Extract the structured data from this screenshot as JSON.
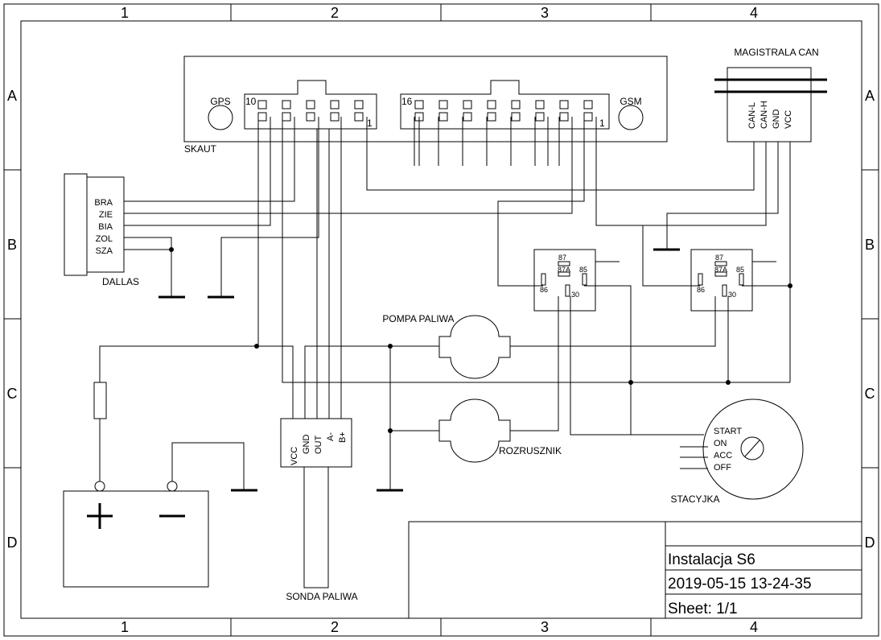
{
  "frame": {
    "columns": [
      "1",
      "2",
      "3",
      "4"
    ],
    "rows": [
      "A",
      "B",
      "C",
      "D"
    ]
  },
  "title_block": {
    "title": "Instalacja S6",
    "date": "2019-05-15  13-24-35",
    "sheet": "Sheet: 1/1"
  },
  "components": {
    "skaut": {
      "name": "SKAUT",
      "gps": "GPS",
      "gsm": "GSM",
      "left_first_pin": "10",
      "left_last_pin": "1",
      "right_first_pin": "16",
      "right_last_pin": "1"
    },
    "can_bus": {
      "name": "MAGISTRALA CAN",
      "pins": [
        "CAN-L",
        "CAN-H",
        "GND",
        "VCC"
      ]
    },
    "dallas": {
      "name": "DALLAS",
      "pins": [
        "BRA",
        "ZIE",
        "BIA",
        "ZOL",
        "SZA"
      ]
    },
    "relay_1": {
      "pins": {
        "p87": "87",
        "p87a": "87A",
        "p85": "85",
        "p86": "86",
        "p30": "30"
      }
    },
    "relay_2": {
      "pins": {
        "p87": "87",
        "p87a": "87A",
        "p85": "85",
        "p86": "86",
        "p30": "30"
      }
    },
    "fuel_pump": {
      "name": "POMPA PALIWA"
    },
    "starter": {
      "name": "ROZRUSZNIK"
    },
    "fuel_sensor": {
      "name": "SONDA PALIWA",
      "pins": [
        "VCC",
        "GND",
        "OUT",
        "A-",
        "B+"
      ]
    },
    "ignition": {
      "name": "STACYJKA",
      "positions": [
        "START",
        "ON",
        "ACC",
        "OFF"
      ]
    },
    "battery": {
      "plus": "+",
      "minus": "−"
    }
  }
}
